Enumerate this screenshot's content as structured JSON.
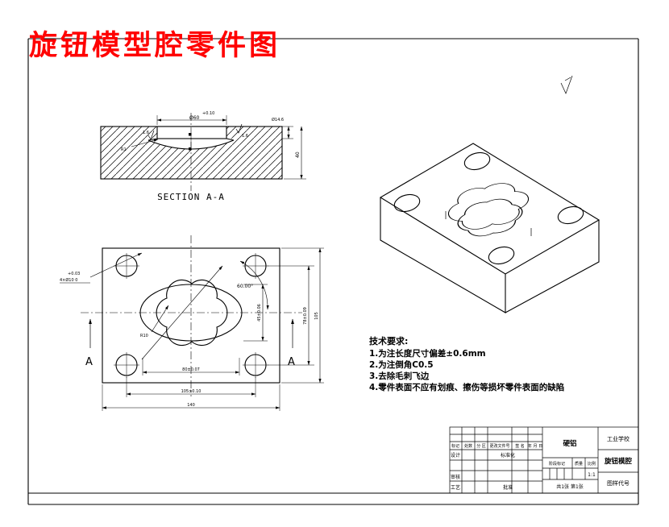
{
  "sheet": {
    "background": "#ffffff",
    "line_color": "#000000",
    "title_color": "#ff0000"
  },
  "title": "旋钮模型腔零件图",
  "section_view": {
    "label": "SECTION A-A",
    "dim_width_tol": "+0.10",
    "dim_width": "Ø60",
    "dim_small": "Ø14.6",
    "dim_height": "40",
    "roughness_left": "1.6",
    "roughness_right": "1.6",
    "leader_radius": "R1"
  },
  "front_view": {
    "section_letter_left": "A",
    "section_letter_right": "A",
    "holes_tol": "+0.03",
    "holes_label": "4×Ø10 0",
    "angle_label": "60.00°",
    "fillet_label": "R10",
    "dim_cavity_width": "80±0.07",
    "dim_holes_x": "105±0.10",
    "dim_overall_width": "140",
    "dim_cavity_height": "45±0.06",
    "dim_holes_y": "78±0.09",
    "dim_overall_height": "105"
  },
  "notes": {
    "heading": "技术要求:",
    "items": [
      "1.为注长度尺寸偏差±0.6mm",
      "2.为注倒角C0.5",
      "3.去除毛刺飞边",
      "4.零件表面不应有划痕、擦伤等损坏零件表面的缺陷"
    ]
  },
  "title_block": {
    "material": "硬铝",
    "organization": "工业学校",
    "part_name": "旋钮模腔",
    "drawing_code": "图样代号",
    "col_mark": "标记",
    "col_count": "处数",
    "col_zone": "分 区",
    "col_file": "更改文件号",
    "col_sign": "签 名",
    "col_date": "年 月 日",
    "row_design": "设计",
    "row_check": "审核",
    "row_process": "工艺",
    "standardization": "标准化",
    "approve": "批准",
    "stage_mark": "阶段标记",
    "weight": "质量",
    "scale_label": "比例",
    "scale_value": "1:1",
    "sheet_info": "共1张 第1张"
  }
}
